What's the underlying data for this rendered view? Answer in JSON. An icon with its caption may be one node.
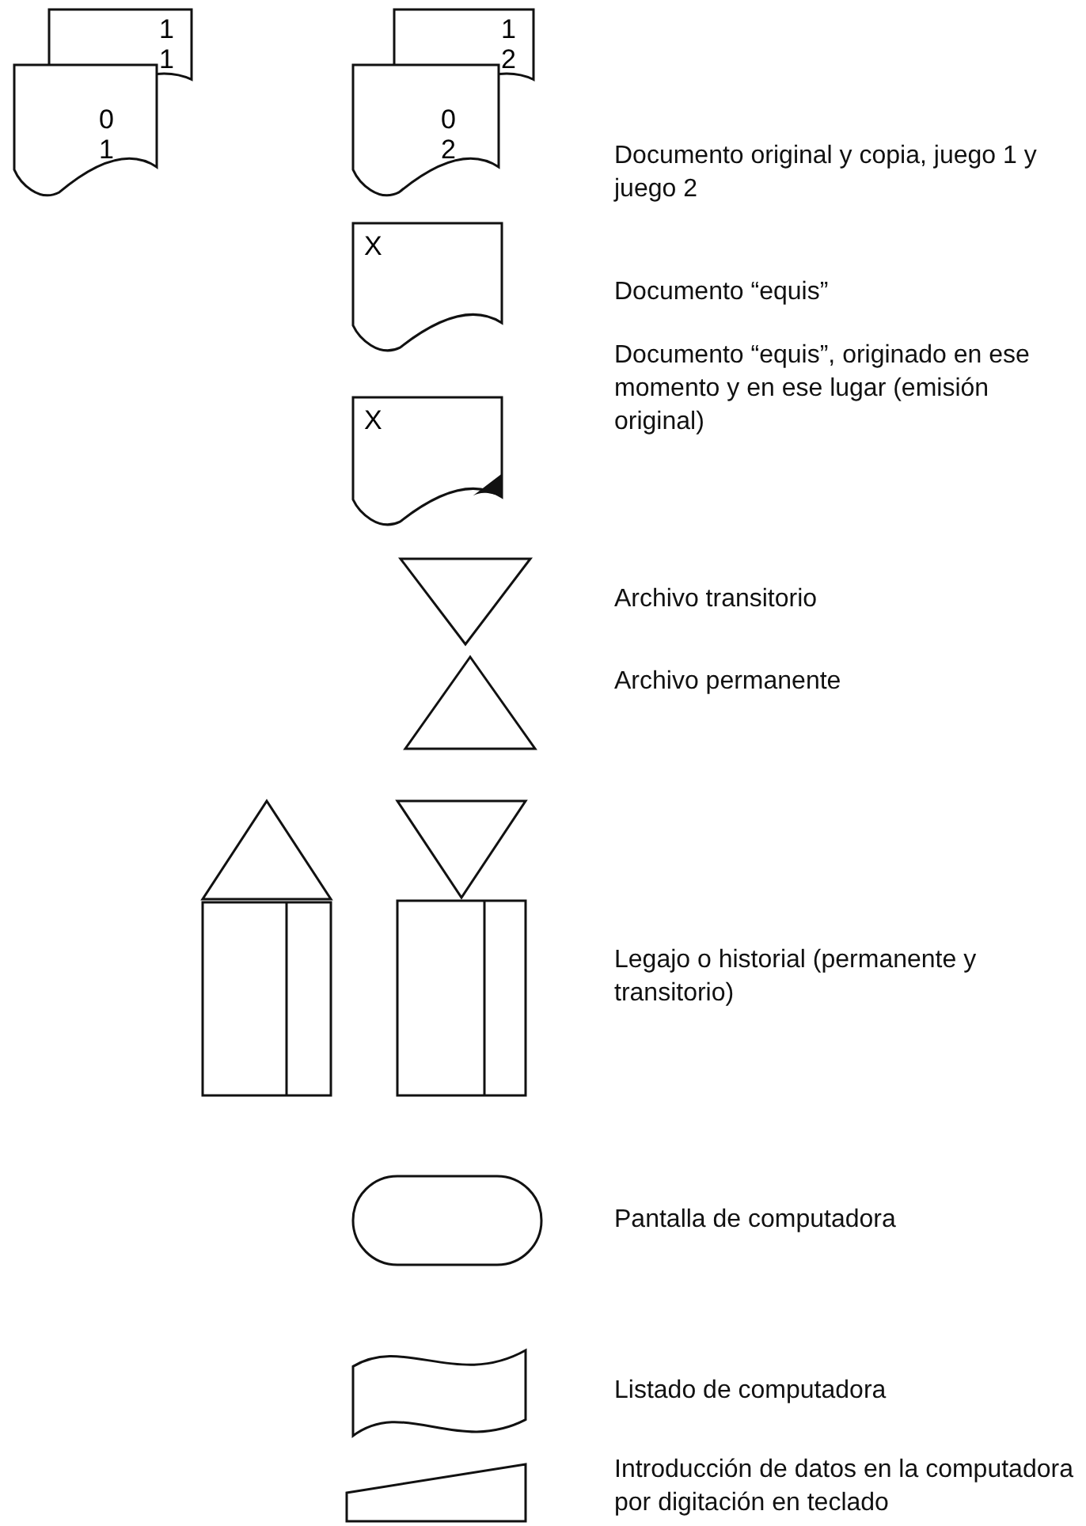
{
  "diagram": {
    "nodes": [
      {
        "text": [
          "1 1"
        ]
      },
      {
        "text": [
          "0 1"
        ]
      },
      {
        "text": [
          "1 2"
        ]
      },
      {
        "text": [
          "0 2"
        ]
      },
      {
        "text": [
          "X"
        ]
      },
      {
        "text": [
          "X"
        ]
      },
      {
        "text": [],
        "shape": "triangle"
      },
      {
        "text": [],
        "shape": "triangle"
      },
      {
        "text": [],
        "shape": "triangle"
      },
      {
        "text": [],
        "shape": "box"
      },
      {
        "text": [],
        "shape": "triangle"
      },
      {
        "text": [],
        "shape": "box"
      },
      {
        "text": [],
        "shape": "oval"
      },
      {
        "text": [],
        "shape": "wave"
      },
      {
        "text": [],
        "shape": "trapezoid"
      }
    ],
    "labels": [
      "Documento original y copia, juego 1 y juego 2",
      "Documento “equis”",
      "Documento “equis”, originado en ese momento y en ese lugar (emisión original)",
      "Archivo transitorio",
      "Archivo permanente",
      "Legajo o historial (permanente y transitorio)",
      "Pantalla de computadora",
      "Listado de computadora",
      "Introducción de datos en la computadora por digitación en teclado"
    ]
  }
}
